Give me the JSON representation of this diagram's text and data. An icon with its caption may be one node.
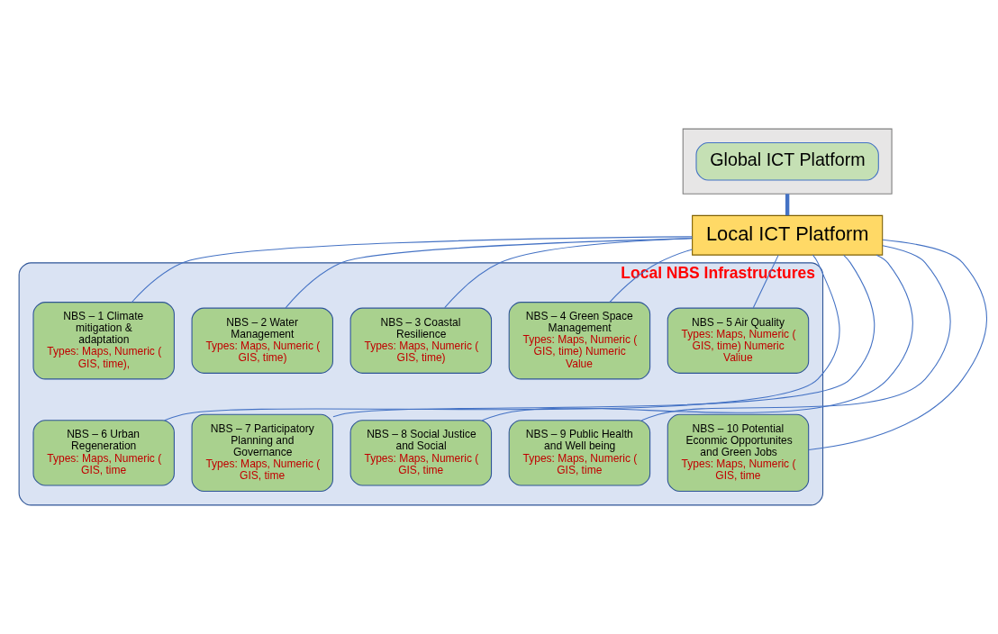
{
  "diagram": {
    "nodes": [
      {
        "text": [],
        "shape": "box"
      },
      {
        "text": [
          "Global ICT Platform"
        ],
        "in": 0
      },
      {
        "text": [
          "Local ICT Platform"
        ]
      },
      {
        "text": [
          "Local NBS Infrastructures"
        ]
      },
      {
        "text": [
          "NBS – 1 Climate mitigation & adaptation",
          "Types: Maps, Numeric ( GIS, time),"
        ],
        "in": 3
      },
      {
        "text": [
          "NBS – 2 Water Management",
          "Types: Maps, Numeric ( GIS, time)"
        ],
        "in": 3
      },
      {
        "text": [
          "NBS – 3 Coastal Resilience",
          "Types: Maps, Numeric ( GIS, time)"
        ],
        "in": 3
      },
      {
        "text": [
          "NBS – 4 Green Space Management",
          "Types: Maps, Numeric ( GIS, time) Numeric Value"
        ],
        "in": 3
      },
      {
        "text": [
          "NBS – 5 Air Quality",
          "Types: Maps, Numeric ( GIS, time) Numeric Valiue"
        ],
        "in": 3
      },
      {
        "text": [
          "NBS – 6 Urban Regeneration",
          "Types: Maps, Numeric ( GIS, time"
        ],
        "in": 3
      },
      {
        "text": [
          "NBS – 7 Participatory Planning and Governance",
          "Types: Maps, Numeric ( GIS, time"
        ],
        "in": 3
      },
      {
        "text": [
          "NBS – 8 Social Justice and Social",
          "Types: Maps, Numeric ( GIS, time"
        ],
        "in": 3
      },
      {
        "text": [
          "NBS – 9 Public Health and Well being",
          "Types: Maps, Numeric ( GIS, time"
        ],
        "in": 3
      },
      {
        "text": [
          "NBS – 10 Potential Econmic Opportunites and Green Jobs",
          "Types: Maps, Numeric ( GIS, time"
        ],
        "in": 3
      }
    ],
    "edges": [
      {
        "from": 0,
        "to": 2,
        "arrow": "none",
        "style": "thick"
      },
      {
        "from": 2,
        "to": 4,
        "arrow": "none"
      },
      {
        "from": 2,
        "to": 5,
        "arrow": "none"
      },
      {
        "from": 2,
        "to": 6,
        "arrow": "none"
      },
      {
        "from": 2,
        "to": 7,
        "arrow": "none"
      },
      {
        "from": 2,
        "to": 8,
        "arrow": "none"
      },
      {
        "from": 2,
        "to": 9,
        "arrow": "none"
      },
      {
        "from": 2,
        "to": 10,
        "arrow": "none"
      },
      {
        "from": 2,
        "to": 11,
        "arrow": "none"
      },
      {
        "from": 2,
        "to": 12,
        "arrow": "none"
      },
      {
        "from": 2,
        "to": 13,
        "arrow": "none"
      }
    ]
  }
}
